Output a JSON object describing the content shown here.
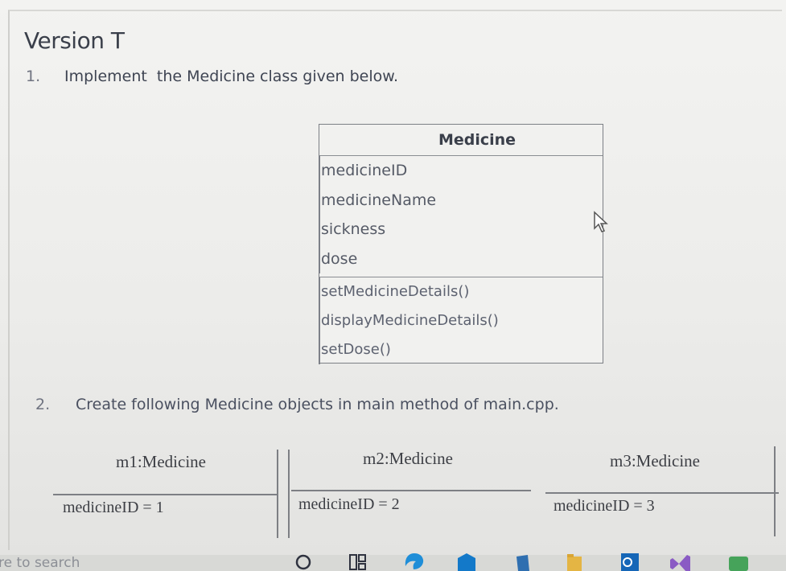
{
  "header": {
    "title": "Version T"
  },
  "questions": [
    {
      "number": "1.",
      "text": "Implement  the Medicine class given below."
    },
    {
      "number": "2.",
      "text": "Create following Medicine objects in main method of main.cpp."
    }
  ],
  "uml_class": {
    "name": "Medicine",
    "attributes": [
      "medicineID",
      "medicineName",
      "sickness",
      "dose"
    ],
    "methods": [
      "setMedicineDetails()",
      "displayMedicineDetails()",
      "setDose()"
    ]
  },
  "objects": [
    {
      "label": "m1:Medicine",
      "value": "medicineID = 1"
    },
    {
      "label": "m2:Medicine",
      "value": "medicineID = 2"
    },
    {
      "label": "m3:Medicine",
      "value": "medicineID = 3"
    }
  ],
  "taskbar": {
    "search_text": "re to search",
    "icons": [
      "cortana-icon",
      "task-view-icon",
      "edge-icon",
      "store-icon",
      "mail-icon",
      "file-explorer-icon",
      "outlook-icon",
      "visual-studio-icon",
      "app-icon"
    ]
  },
  "colors": {
    "page": "#efefed",
    "text": "#3a3f4a",
    "border": "#7c7f85"
  }
}
